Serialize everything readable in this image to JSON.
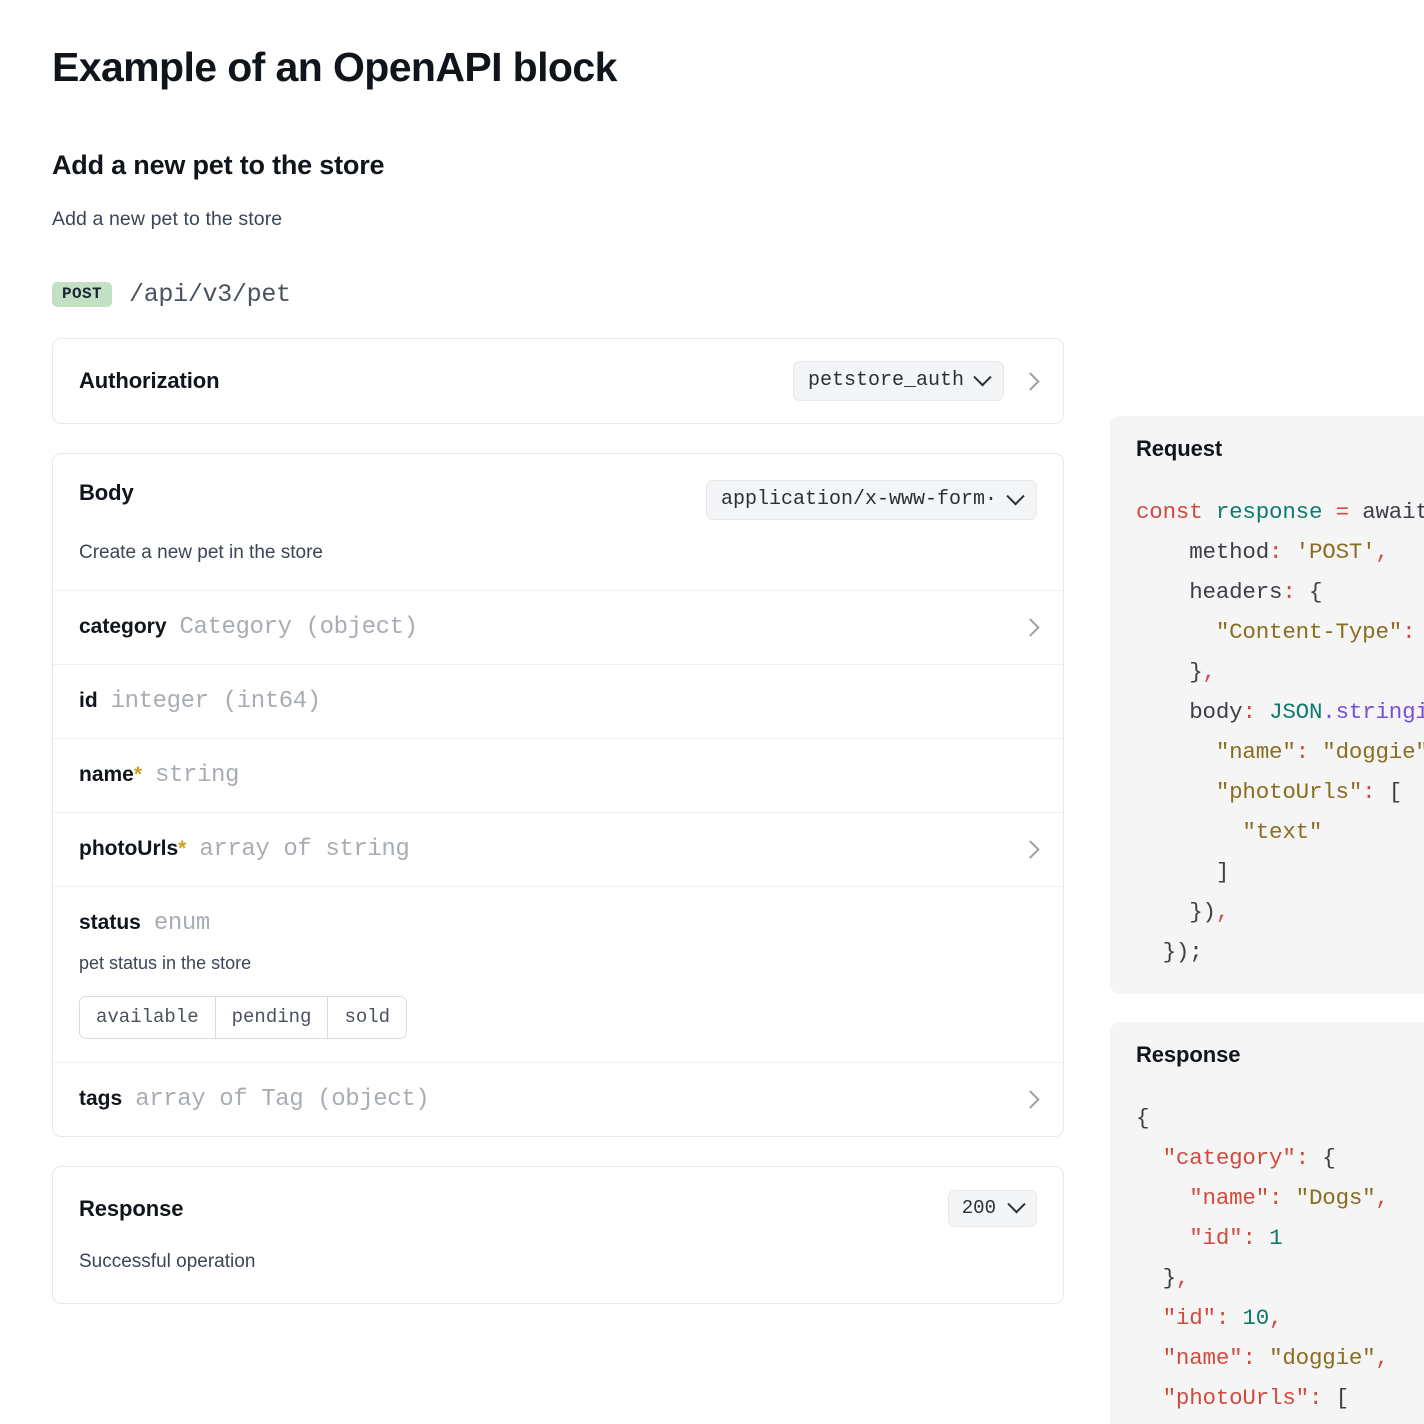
{
  "page": {
    "title": "Example of an OpenAPI block",
    "operation_title": "Add a new pet to the store",
    "operation_description": "Add a new pet to the store"
  },
  "endpoint": {
    "method": "POST",
    "path": "/api/v3/pet",
    "method_badge_color": "#c3e0c5"
  },
  "authorization": {
    "title": "Authorization",
    "selected_scheme": "petstore_auth",
    "expand_icon": "chevron-right-icon"
  },
  "body": {
    "title": "Body",
    "selected_content_type": "application/x-www-form·",
    "description": "Create a new pet in the store",
    "required_marker": "*",
    "required_marker_color": "#c9a227",
    "properties": [
      {
        "name": "category",
        "required": false,
        "type": "Category (object)",
        "expandable": true,
        "description": "",
        "enum": []
      },
      {
        "name": "id",
        "required": false,
        "type": "integer (int64)",
        "expandable": false,
        "description": "",
        "enum": []
      },
      {
        "name": "name",
        "required": true,
        "type": "string",
        "expandable": false,
        "description": "",
        "enum": []
      },
      {
        "name": "photoUrls",
        "required": true,
        "type": "array of string",
        "expandable": true,
        "description": "",
        "enum": []
      },
      {
        "name": "status",
        "required": false,
        "type": "enum",
        "expandable": false,
        "description": "pet status in the store",
        "enum": [
          "available",
          "pending",
          "sold"
        ]
      },
      {
        "name": "tags",
        "required": false,
        "type": "array of Tag (object)",
        "expandable": true,
        "description": "",
        "enum": []
      }
    ]
  },
  "response_section": {
    "title": "Response",
    "selected_status": "200",
    "description": "Successful operation"
  },
  "request_code_panel": {
    "title": "Request",
    "lines": [
      "const response = await fetch(",
      "    method: 'POST',",
      "    headers: {",
      "      \"Content-Type\": \"application/x-www-form-urlencoded\"",
      "    },",
      "    body: JSON.stringify({",
      "      \"name\": \"doggie\",",
      "      \"photoUrls\": [",
      "        \"text\"",
      "      ]",
      "    }),",
      "  });"
    ]
  },
  "response_code_panel": {
    "title": "Response",
    "lines": [
      "{",
      "  \"category\": {",
      "    \"name\": \"Dogs\",",
      "    \"id\": 1",
      "  },",
      "  \"id\": 10,",
      "  \"name\": \"doggie\",",
      "  \"photoUrls\": ["
    ]
  }
}
